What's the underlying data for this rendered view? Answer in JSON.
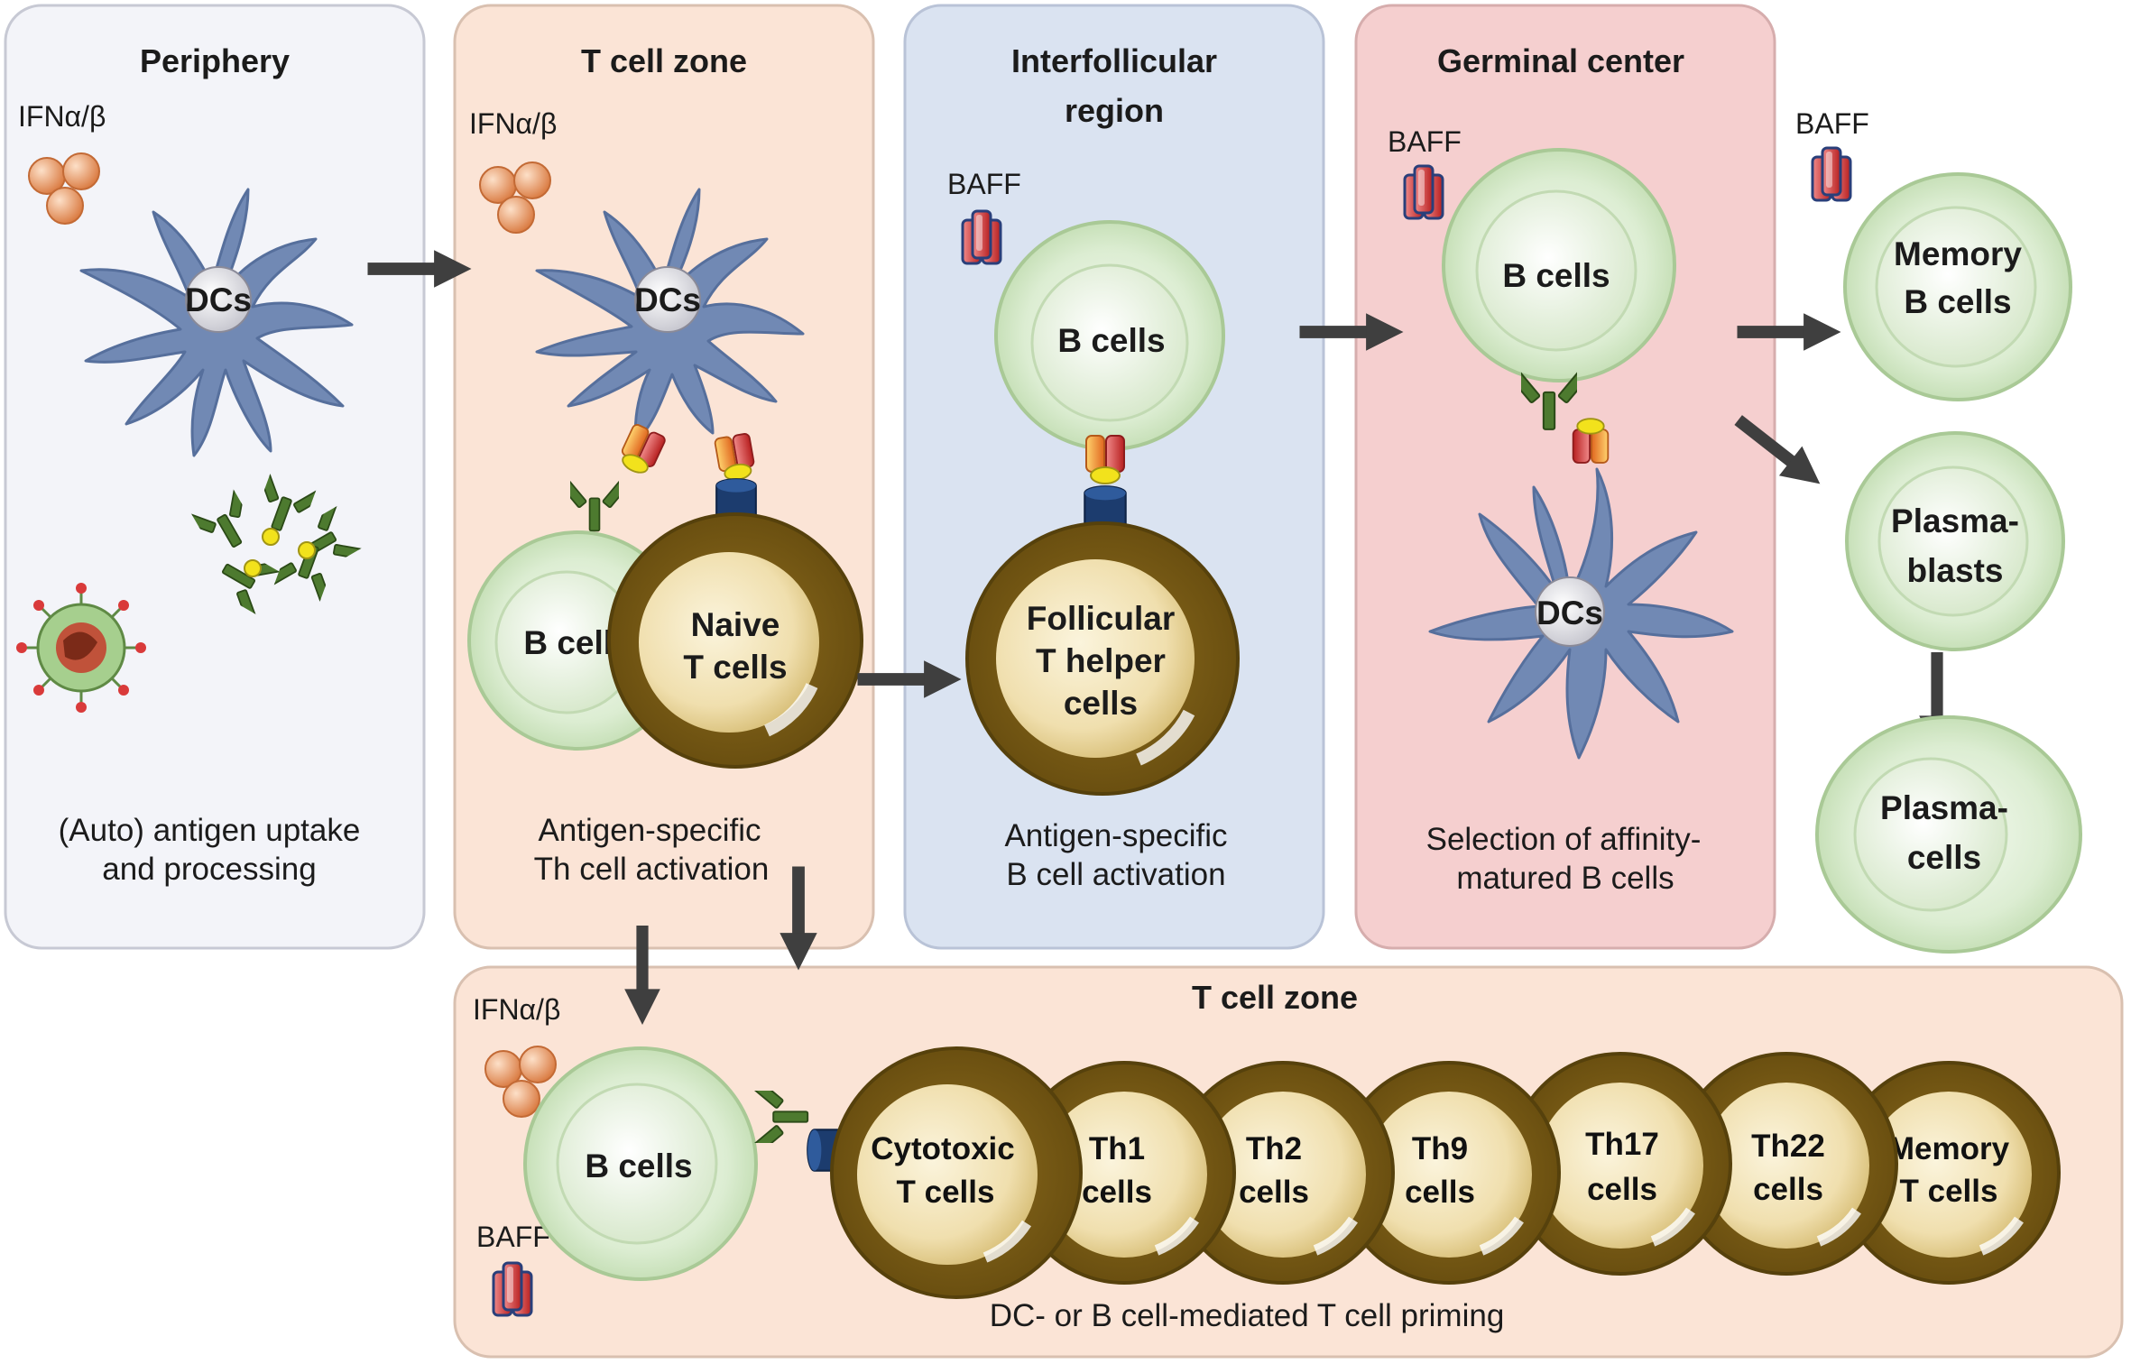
{
  "panels": {
    "periphery": {
      "title": "Periphery",
      "ifn_label": "IFNα/β",
      "dc_label": "DCs",
      "caption_line1": "(Auto) antigen uptake",
      "caption_line2": "and processing"
    },
    "t_cell_zone_top": {
      "title": "T cell zone",
      "ifn_label": "IFNα/β",
      "dc_label": "DCs",
      "b_cells_label": "B cells",
      "naive_line1": "Naive",
      "naive_line2": "T cells",
      "caption_line1": "Antigen-specific",
      "caption_line2": "Th cell activation"
    },
    "interfollicular": {
      "title_line1": "Interfollicular",
      "title_line2": "region",
      "baff_label": "BAFF",
      "b_cells_label": "B cells",
      "tfh_line1": "Follicular",
      "tfh_line2": "T helper",
      "tfh_line3": "cells",
      "caption_line1": "Antigen-specific",
      "caption_line2": "B cell activation"
    },
    "germinal_center": {
      "title": "Germinal center",
      "baff_label": "BAFF",
      "b_cells_label": "B cells",
      "dc_label": "DCs",
      "caption_line1": "Selection of affinity-",
      "caption_line2": "matured B cells"
    },
    "outputs": {
      "baff_label": "BAFF",
      "memory_b_line1": "Memory",
      "memory_b_line2": "B cells",
      "plasmablasts_line1": "Plasma-",
      "plasmablasts_line2": "blasts",
      "plasma_cells_line1": "Plasma-",
      "plasma_cells_line2": "cells"
    },
    "t_cell_zone_bottom": {
      "title": "T cell zone",
      "ifn_label": "IFNα/β",
      "baff_label": "BAFF",
      "b_cells_label": "B cells",
      "caption": "DC- or B cell-mediated T cell priming",
      "t_cells": [
        {
          "line1": "Cytotoxic",
          "line2": "T cells"
        },
        {
          "line1": "Th1",
          "line2": "cells"
        },
        {
          "line1": "Th2",
          "line2": "cells"
        },
        {
          "line1": "Th9",
          "line2": "cells"
        },
        {
          "line1": "Th17",
          "line2": "cells"
        },
        {
          "line1": "Th22",
          "line2": "cells"
        },
        {
          "line1": "Memory",
          "line2": "T cells"
        }
      ]
    }
  },
  "colors": {
    "periphery_bg": "#f3f4f9",
    "t_zone_bg": "#fbe4d6",
    "interfollicular_bg": "#dae3f1",
    "germinal_bg": "#f5cfcf",
    "dc_fill": "#7189b4",
    "b_cell_fill": "#deefd5",
    "t_cell_outer": "#7d5f18",
    "t_cell_inner": "#f4e8c2",
    "arrow": "#3f3f3f",
    "antibody": "#3f6b28",
    "ifn_particle": "#e4935e",
    "baff_red": "#d43535"
  },
  "icons": [
    "ifn-particles-icon",
    "baff-trimer-icon",
    "antibody-icon",
    "mhc-receptor-icon",
    "tcr-receptor-icon",
    "virus-icon",
    "arrow-icon"
  ]
}
